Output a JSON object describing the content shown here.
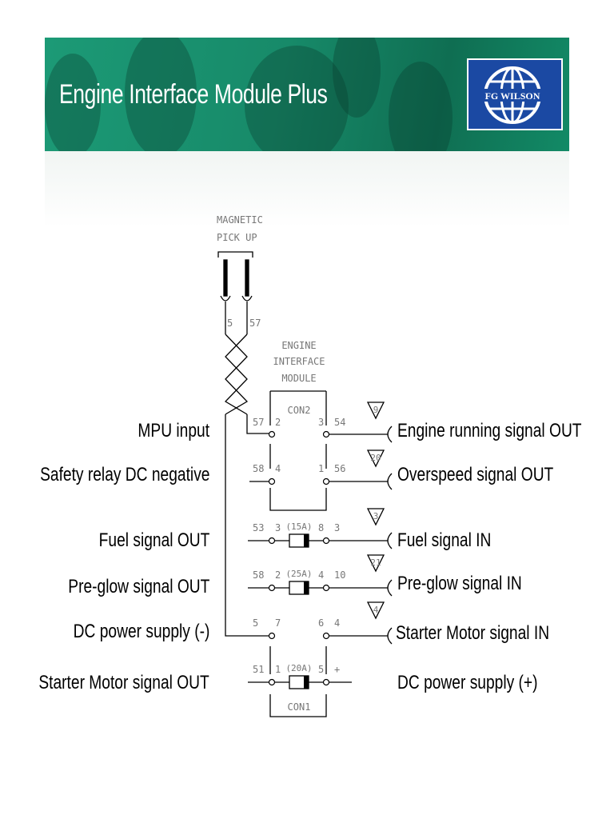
{
  "header": {
    "title": "Engine Interface Module Plus",
    "logo_text": "FG WILSON"
  },
  "colors": {
    "banner_green": "#178a69",
    "logo_blue": "#1b49a3"
  },
  "diagram": {
    "pickup_label": [
      "MAGNETIC",
      "PICK UP"
    ],
    "pickup_pins": [
      "5",
      "57"
    ],
    "module_label": [
      "ENGINE",
      "INTERFACE",
      "MODULE"
    ],
    "connectors": [
      "CON2",
      "CON1"
    ],
    "left_labels": [
      "MPU input",
      "Safety relay DC negative",
      "Fuel signal OUT",
      "Pre-glow signal OUT",
      "DC power supply (-)",
      "Starter Motor signal OUT"
    ],
    "right_labels": [
      "Engine running signal OUT",
      "Overspeed signal OUT",
      "Fuel signal IN",
      "Pre-glow signal IN",
      "Starter Motor signal IN",
      "DC power supply (+)"
    ],
    "left_wires": [
      "57",
      "58",
      "53",
      "58",
      "5",
      "51"
    ],
    "left_pins": [
      "2",
      "4",
      "3",
      "2",
      "7",
      "1"
    ],
    "right_pins": [
      "3",
      "1",
      "8",
      "4",
      "6",
      "5"
    ],
    "right_wires": [
      "54",
      "56",
      "3",
      "10",
      "4",
      "+"
    ],
    "fuses": [
      "(15A)",
      "(25A)",
      "(20A)"
    ],
    "markers": [
      "9",
      "20",
      "3",
      "21",
      "4"
    ]
  }
}
